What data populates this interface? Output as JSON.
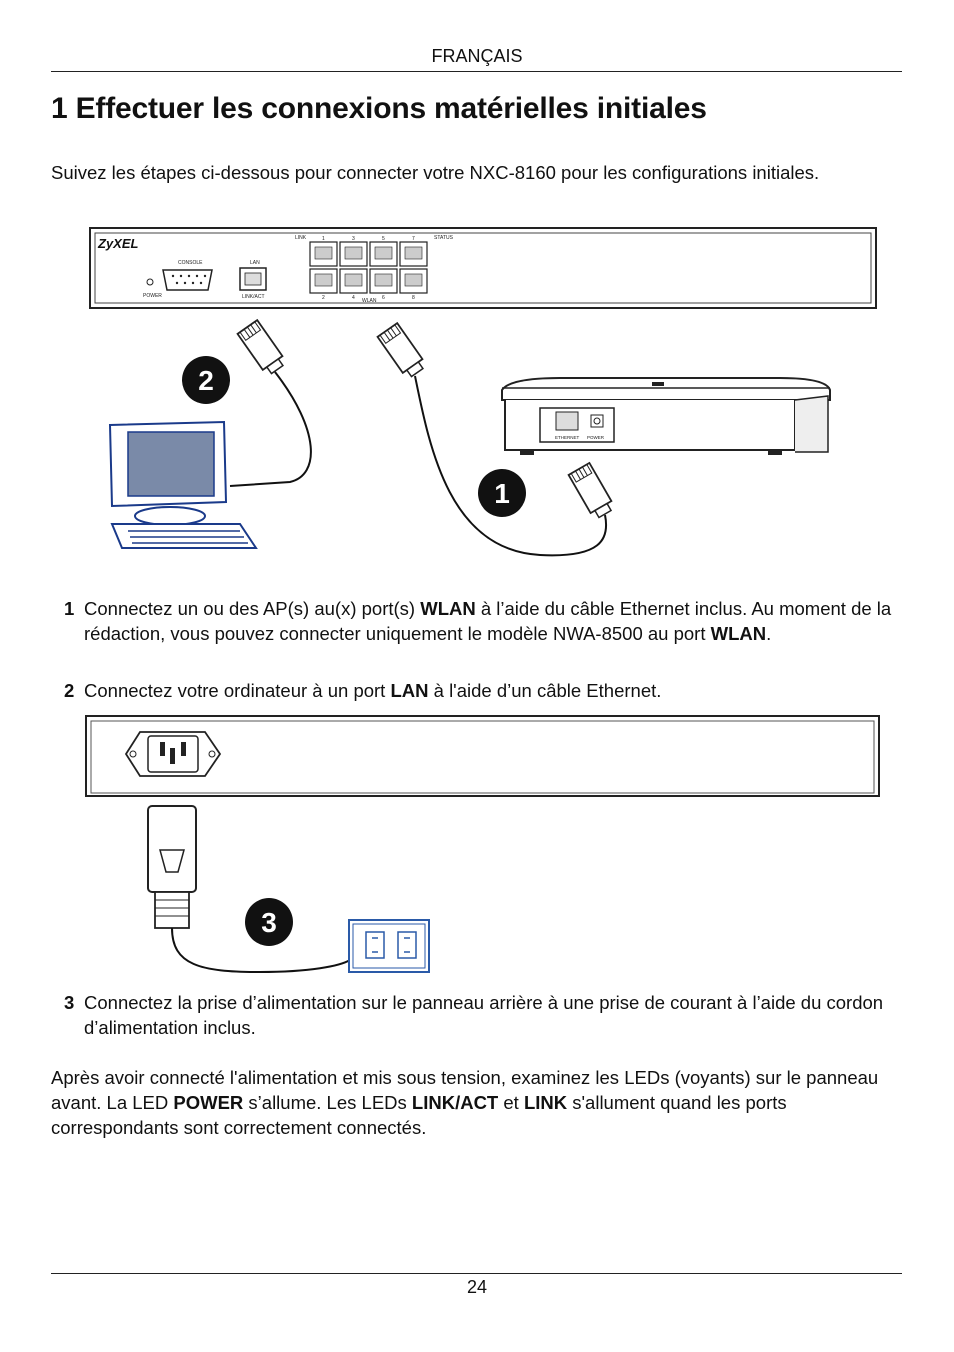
{
  "header": {
    "language": "FRANÇAIS"
  },
  "title": "1 Effectuer les connexions matérielles initiales",
  "intro": "Suivez les étapes ci-dessous pour connecter votre NXC-8160 pour les configurations initiales.",
  "figure1": {
    "brand": "ZyXEL",
    "console_label": "CONSOLE",
    "lan_label": "LAN",
    "power_label": "POWER",
    "linkact_label": "LINK/ACT",
    "link_label": "LINK",
    "status_label": "STATUS",
    "wlan_label": "WLAN",
    "port_top_numbers": [
      "1",
      "3",
      "5",
      "7"
    ],
    "port_bottom_numbers": [
      "2",
      "4",
      "6",
      "8"
    ],
    "ap_ethernet_label": "ETHERNET",
    "ap_power_label": "POWER",
    "callout_2": "2",
    "callout_1": "1"
  },
  "steps": [
    {
      "num": "1",
      "t1": "Connectez un ou des AP(s) au(x) port(s) ",
      "b1": "WLAN",
      "t2": " à l’aide du câble Ethernet inclus. Au moment de la rédaction, vous pouvez connecter uniquement le modèle NWA-8500 au port ",
      "b2": "WLAN",
      "t3": "."
    },
    {
      "num": "2",
      "t1": "Connectez votre ordinateur à un port ",
      "b1": "LAN",
      "t2": " à l'aide d’un câble Ethernet."
    },
    {
      "num": "3",
      "t1": "Connectez la prise d’alimentation sur le panneau arrière à une prise de courant à l’aide du cordon d’alimentation inclus."
    }
  ],
  "figure2": {
    "callout_3": "3"
  },
  "after": {
    "t1": "Après avoir connecté l'alimentation et mis sous tension, examinez les LEDs (voyants) sur le panneau avant. La LED ",
    "b1": "POWER",
    "t2": " s’allume. Les LEDs ",
    "b2": "LINK/ACT",
    "t3": " et ",
    "b3": "LINK",
    "t4": " s'allument quand les ports correspondants sont correctement connectés."
  },
  "footer": {
    "page_number": "24"
  }
}
